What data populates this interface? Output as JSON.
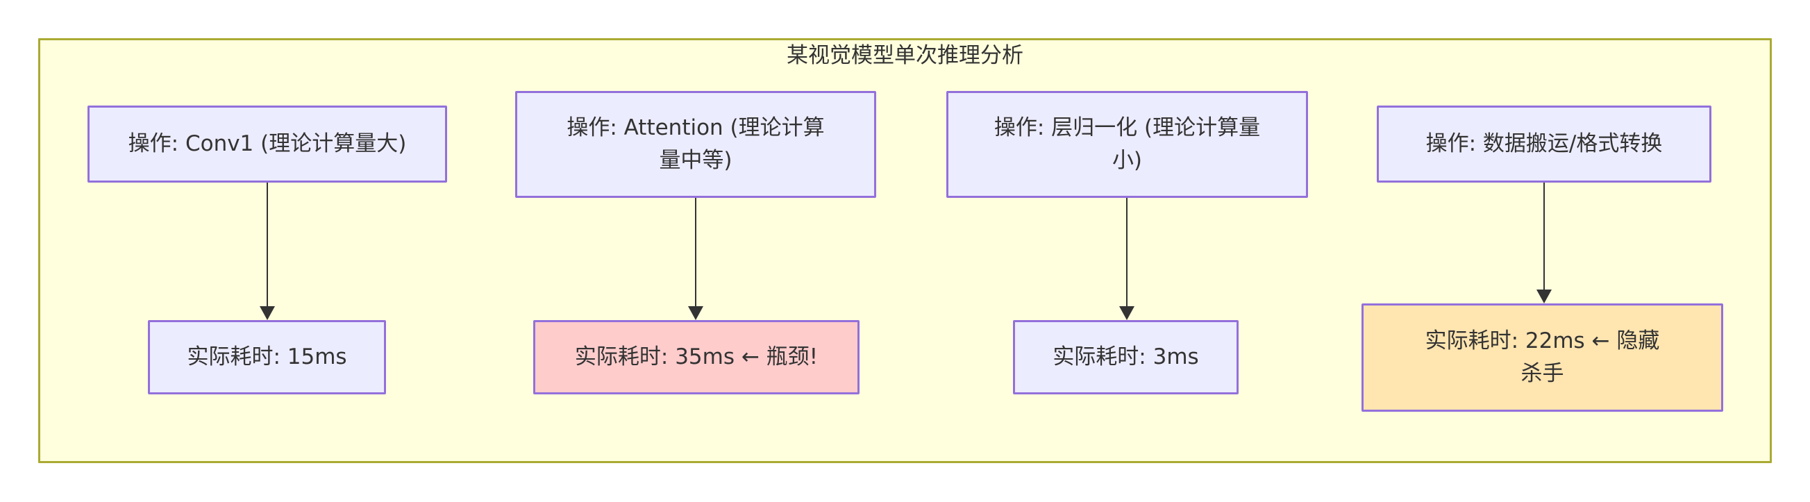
{
  "diagram": {
    "title": "某视觉模型单次推理分析",
    "columns": [
      {
        "op_label": "操作: Conv1 (理论计算量大)",
        "time_label": "实际耗时: 15ms",
        "time_highlight": "none"
      },
      {
        "op_label": "操作: Attention (理论计算量中等)",
        "time_label": "实际耗时: 35ms ← 瓶颈!",
        "time_highlight": "bottleneck-pink"
      },
      {
        "op_label": "操作: 层归一化 (理论计算量小)",
        "time_label": "实际耗时: 3ms",
        "time_highlight": "none"
      },
      {
        "op_label": "操作: 数据搬运/格式转换",
        "time_label": "实际耗时: 22ms ← 隐藏杀手",
        "time_highlight": "hidden-killer-orange"
      }
    ],
    "colors": {
      "container_fill": "#FFFFDE",
      "container_border": "#AAAA33",
      "node_fill": "#ECECFF",
      "node_border": "#9370DB",
      "bottleneck_fill": "#FFCCCC",
      "hidden_killer_fill": "#FFE5B0",
      "edge_color": "#333333",
      "text_color": "#333333"
    }
  }
}
